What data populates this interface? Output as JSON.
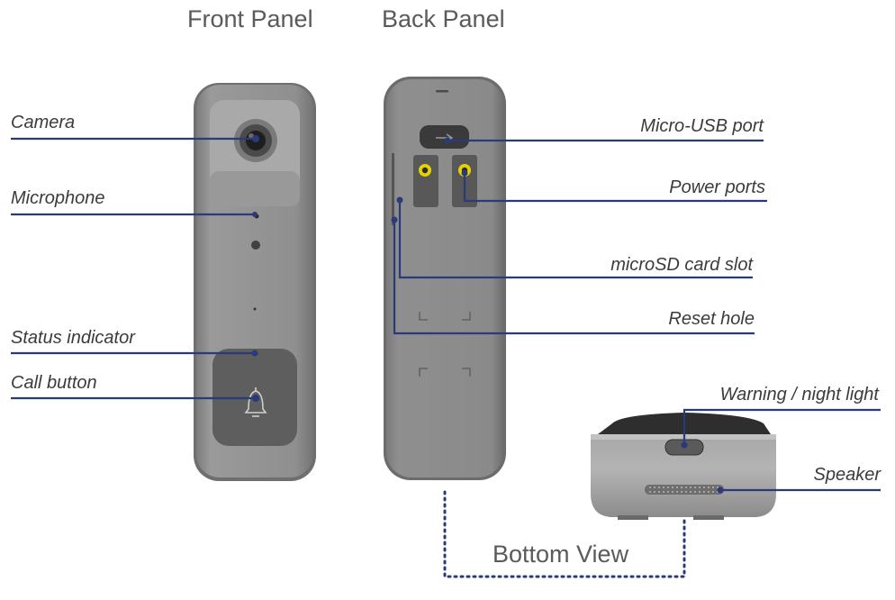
{
  "titles": {
    "front": "Front Panel",
    "back": "Back Panel",
    "bottom": "Bottom View"
  },
  "front_labels": {
    "camera": "Camera",
    "microphone": "Microphone",
    "status_indicator": "Status indicator",
    "call_button": "Call button"
  },
  "back_labels": {
    "micro_usb": "Micro-USB port",
    "power_ports": "Power ports",
    "microsd": "microSD card slot",
    "reset": "Reset hole"
  },
  "bottom_labels": {
    "warning_light": "Warning / night light",
    "speaker": "Speaker"
  },
  "colors": {
    "callout_line": "#2b3a7a",
    "device_body": "#8e8e8e",
    "port_accent": "#e6d200"
  }
}
